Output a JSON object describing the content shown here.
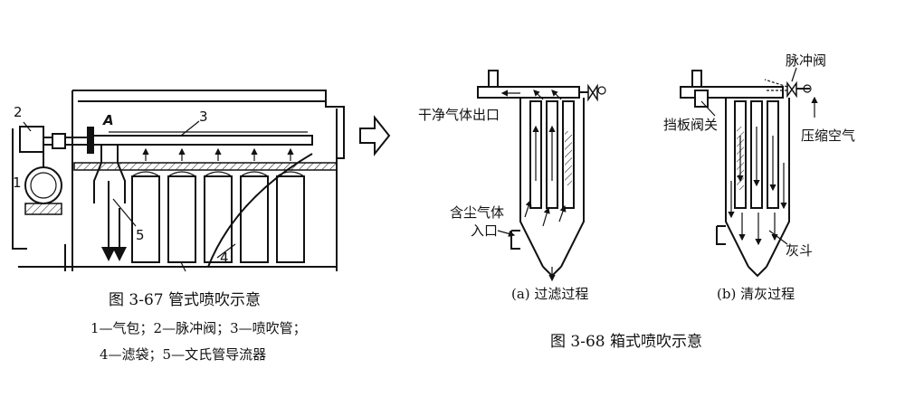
{
  "fig367": {
    "labels": {
      "n1": "1",
      "n2": "2",
      "n3": "3",
      "n4": "4",
      "n5": "5",
      "a": "A"
    },
    "caption": "图 3-67   管式喷吹示意",
    "legend_line1": "1—气包；2—脉冲阀；3—喷吹管；",
    "legend_line2": "4—滤袋；5—文氏管导流器"
  },
  "fig368": {
    "a": {
      "outlet": "干净气体出口",
      "inlet_line1": "含尘气体",
      "inlet_line2": "入口",
      "subcaption": "(a) 过滤过程"
    },
    "b": {
      "pulse_valve": "脉冲阀",
      "damper": "挡板阀关",
      "compressed_air": "压缩空气",
      "hopper": "灰斗",
      "subcaption": "(b) 清灰过程"
    },
    "caption": "图 3-68   箱式喷吹示意"
  }
}
